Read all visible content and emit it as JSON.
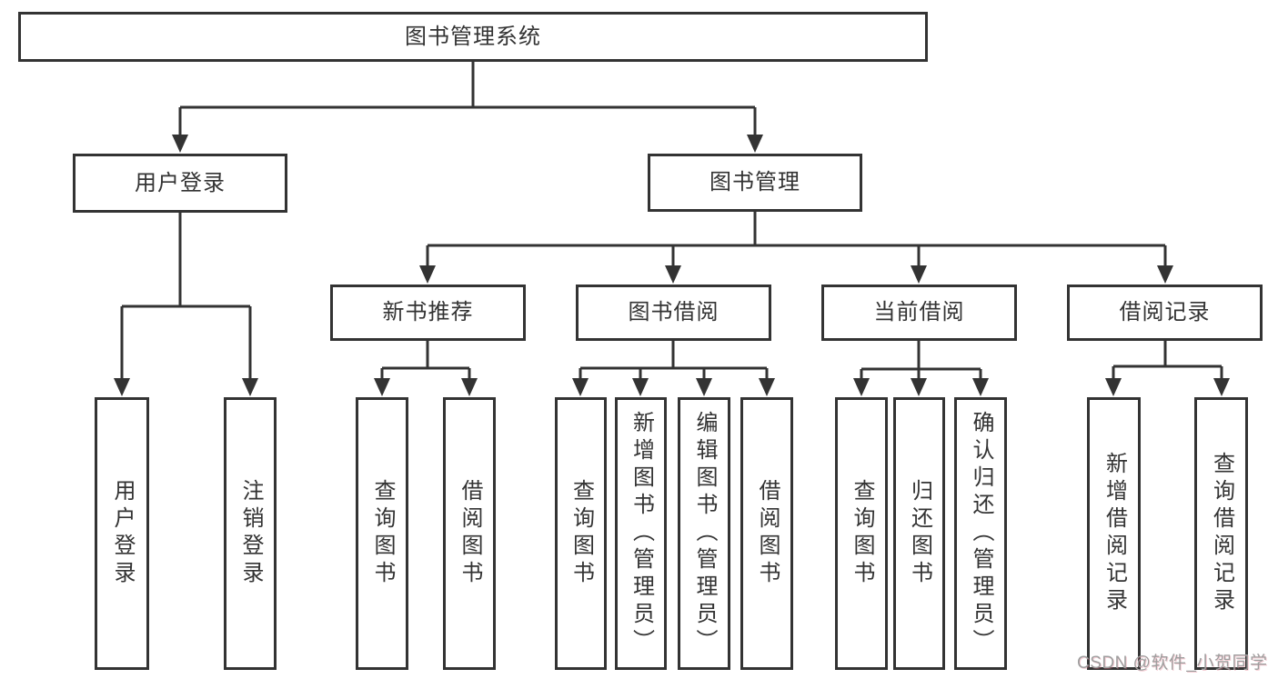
{
  "diagram_type": "hierarchy",
  "colors": {
    "line": "#333333",
    "box_border": "#333333",
    "text": "#333333",
    "background": "#ffffff",
    "watermark": "#9e9e9e"
  },
  "tree": {
    "root": {
      "label": "图书管理系统"
    },
    "branches": [
      {
        "label": "用户登录",
        "children": [
          {
            "label": "用户登录"
          },
          {
            "label": "注销登录"
          }
        ]
      },
      {
        "label": "图书管理",
        "sections": [
          {
            "label": "新书推荐",
            "children": [
              {
                "label": "查询图书"
              },
              {
                "label": "借阅图书"
              }
            ]
          },
          {
            "label": "图书借阅",
            "children": [
              {
                "label": "查询图书"
              },
              {
                "label": "新增图书（管理员）"
              },
              {
                "label": "编辑图书（管理员）"
              },
              {
                "label": "借阅图书"
              }
            ]
          },
          {
            "label": "当前借阅",
            "children": [
              {
                "label": "查询图书"
              },
              {
                "label": "归还图书"
              },
              {
                "label": "确认归还（管理员）"
              }
            ]
          },
          {
            "label": "借阅记录",
            "children": [
              {
                "label": "新增借阅记录"
              },
              {
                "label": "查询借阅记录"
              }
            ]
          }
        ]
      }
    ]
  },
  "watermark": "CSDN @软件_小贺同学"
}
